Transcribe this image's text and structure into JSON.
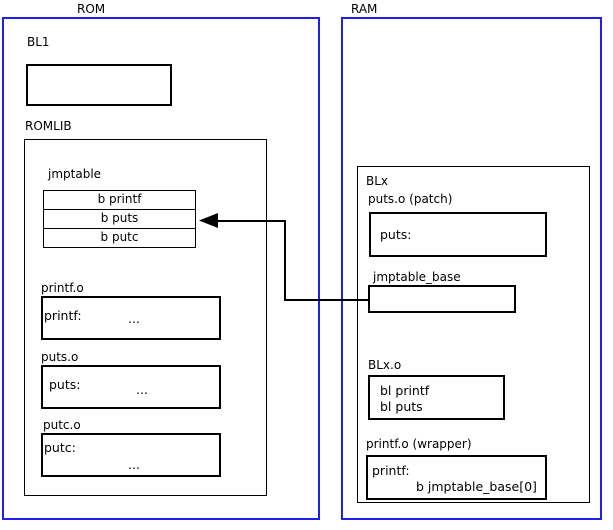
{
  "diagram": {
    "title_rom": "ROM",
    "title_ram": "RAM",
    "rom": {
      "bl1_label": "BL1",
      "bl1_box_text": "",
      "romlib_label": "ROMLIB",
      "jmptable_label": "jmptable",
      "jmptable_entries": [
        "b printf",
        "b puts",
        "b putc"
      ],
      "objects": [
        {
          "label": "printf.o",
          "symbol": "printf:",
          "body": "..."
        },
        {
          "label": "puts.o",
          "symbol": "puts:",
          "body": "..."
        },
        {
          "label": "putc.o",
          "symbol": "putc:",
          "body": "..."
        }
      ]
    },
    "ram": {
      "blx_label": "BLx",
      "patch_label": "puts.o (patch)",
      "patch_symbol": "puts:",
      "jmptable_base_label": "jmptable_base",
      "jmptable_base_box_text": "",
      "blxo_label": "BLx.o",
      "blxo_lines": [
        "bl printf",
        "bl puts"
      ],
      "wrapper_label": "printf.o (wrapper)",
      "wrapper_symbol": "printf:",
      "wrapper_branch": "b jmptable_base[0]"
    },
    "connector": {
      "name": "patch-redirect-arrow",
      "from": "jmptable_base",
      "to": "jmptable entry b puts"
    },
    "colors": {
      "region_border": "#2020ee",
      "box_border": "#000000",
      "background": "#ffffff",
      "text": "#000000"
    }
  }
}
